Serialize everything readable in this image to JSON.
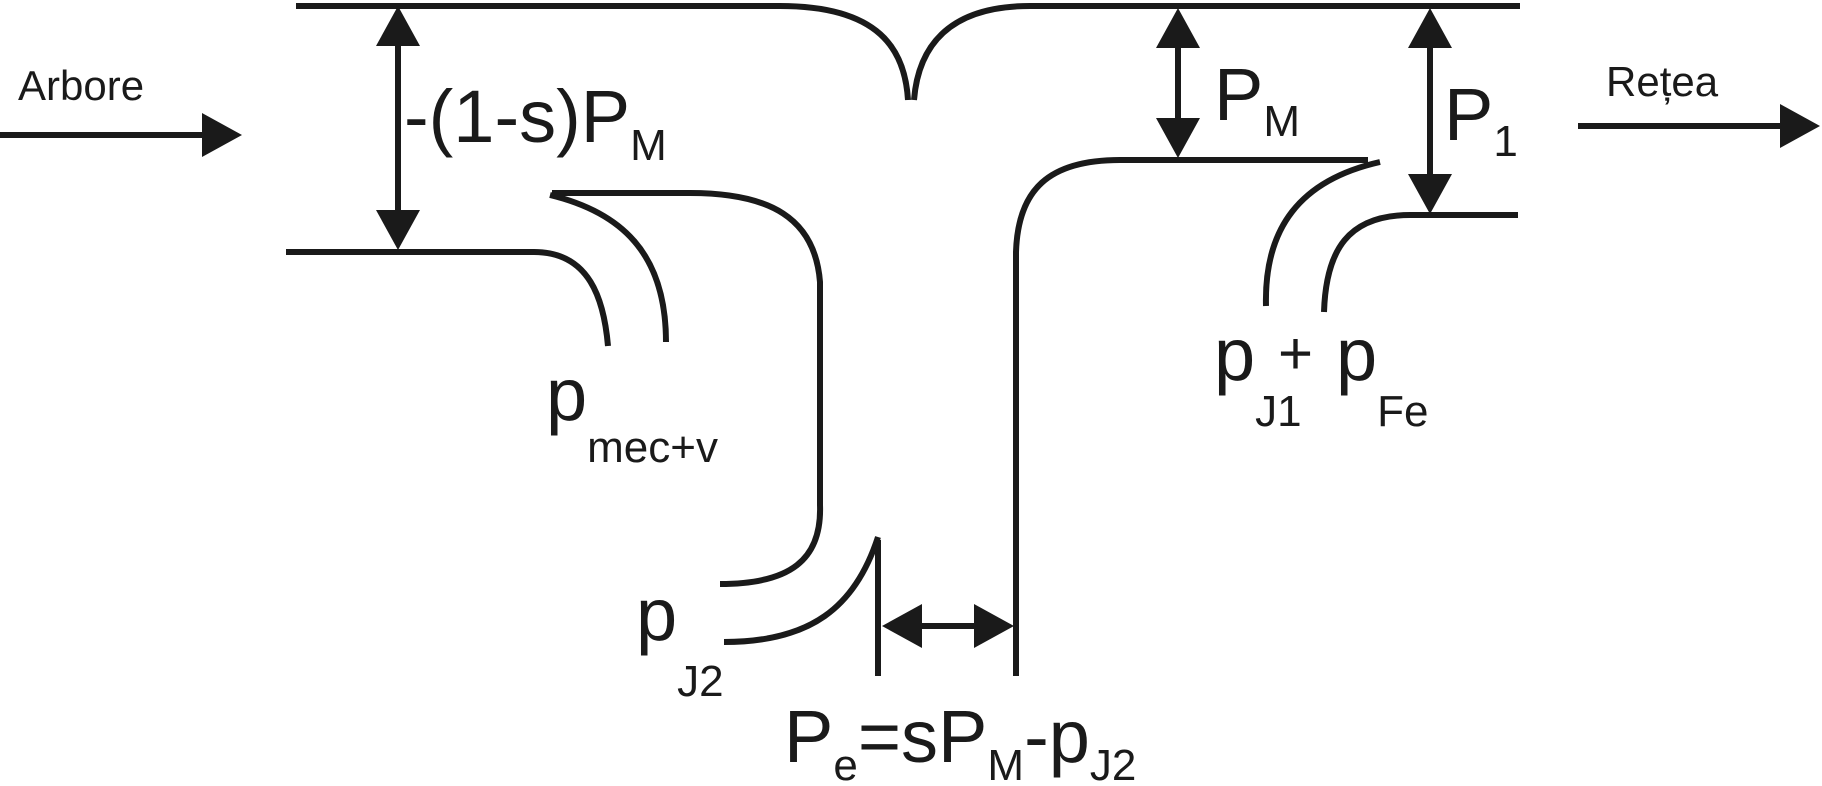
{
  "labels": {
    "input": "Arbore",
    "output": "Rețea"
  },
  "terms": {
    "shaft_power": {
      "prefix": "-(1-s)P",
      "sub": "M"
    },
    "electromagnetic_power": {
      "main": "P",
      "sub": "M"
    },
    "input_power": {
      "main": "P",
      "sub": "1"
    },
    "mechanical_losses": {
      "main": "p",
      "sub": "mec+v"
    },
    "stator_losses_copper": {
      "main": "p",
      "sub": "J1"
    },
    "plus_sign": "+",
    "stator_losses_iron": {
      "main": "p",
      "sub": "Fe"
    },
    "rotor_losses": {
      "main": "p",
      "sub": "J2"
    },
    "electric_power_formula": {
      "p1": "P",
      "s1": "e",
      "p2": "=sP",
      "s2": "M",
      "p3": "-p",
      "s3": "J2"
    }
  },
  "colors": {
    "ink": "#1a1a1a",
    "background": "#ffffff"
  }
}
